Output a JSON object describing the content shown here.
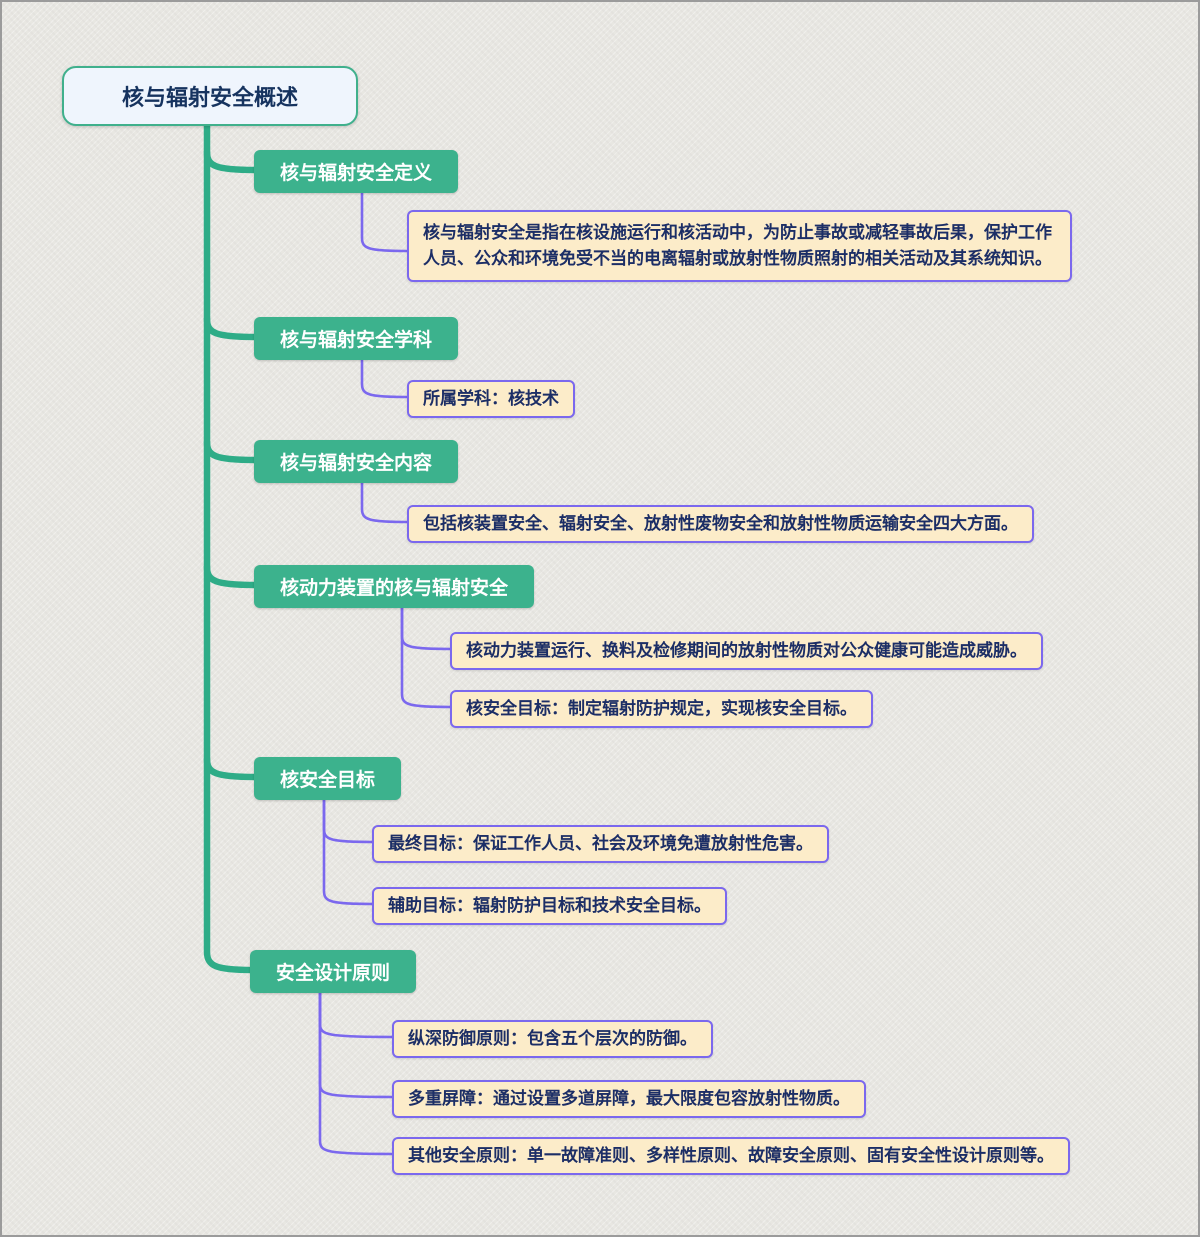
{
  "mindmap": {
    "root": {
      "label": "核与辐射安全概述"
    },
    "branches": [
      {
        "label": "核与辐射安全定义",
        "leaves": [
          "核与辐射安全是指在核设施运行和核活动中，为防止事故或减轻事故后果，保护工作人员、公众和环境免受不当的电离辐射或放射性物质照射的相关活动及其系统知识。"
        ]
      },
      {
        "label": "核与辐射安全学科",
        "leaves": [
          "所属学科：核技术"
        ]
      },
      {
        "label": "核与辐射安全内容",
        "leaves": [
          "包括核装置安全、辐射安全、放射性废物安全和放射性物质运输安全四大方面。"
        ]
      },
      {
        "label": "核动力装置的核与辐射安全",
        "leaves": [
          "核动力装置运行、换料及检修期间的放射性物质对公众健康可能造成威胁。",
          "核安全目标：制定辐射防护规定，实现核安全目标。"
        ]
      },
      {
        "label": "核安全目标",
        "leaves": [
          "最终目标：保证工作人员、社会及环境免遭放射性危害。",
          "辅助目标：辐射防护目标和技术安全目标。"
        ]
      },
      {
        "label": "安全设计原则",
        "leaves": [
          "纵深防御原则：包含五个层次的防御。",
          "多重屏障：通过设置多道屏障，最大限度包容放射性物质。",
          "其他安全原则：单一故障准则、多样性原则、故障安全原则、固有安全性设计原则等。"
        ]
      }
    ]
  },
  "colors": {
    "background": "#e8e7e2",
    "trunk": "#2eac87",
    "connector": "#7b68ee",
    "branch_fill": "#3cb28d",
    "leaf_fill": "#fcecc9",
    "leaf_border": "#7b68ee",
    "root_fill": "#eff5fd",
    "root_border": "#3fb08c",
    "root_text": "#16335f",
    "leaf_text": "#1c2e66"
  }
}
